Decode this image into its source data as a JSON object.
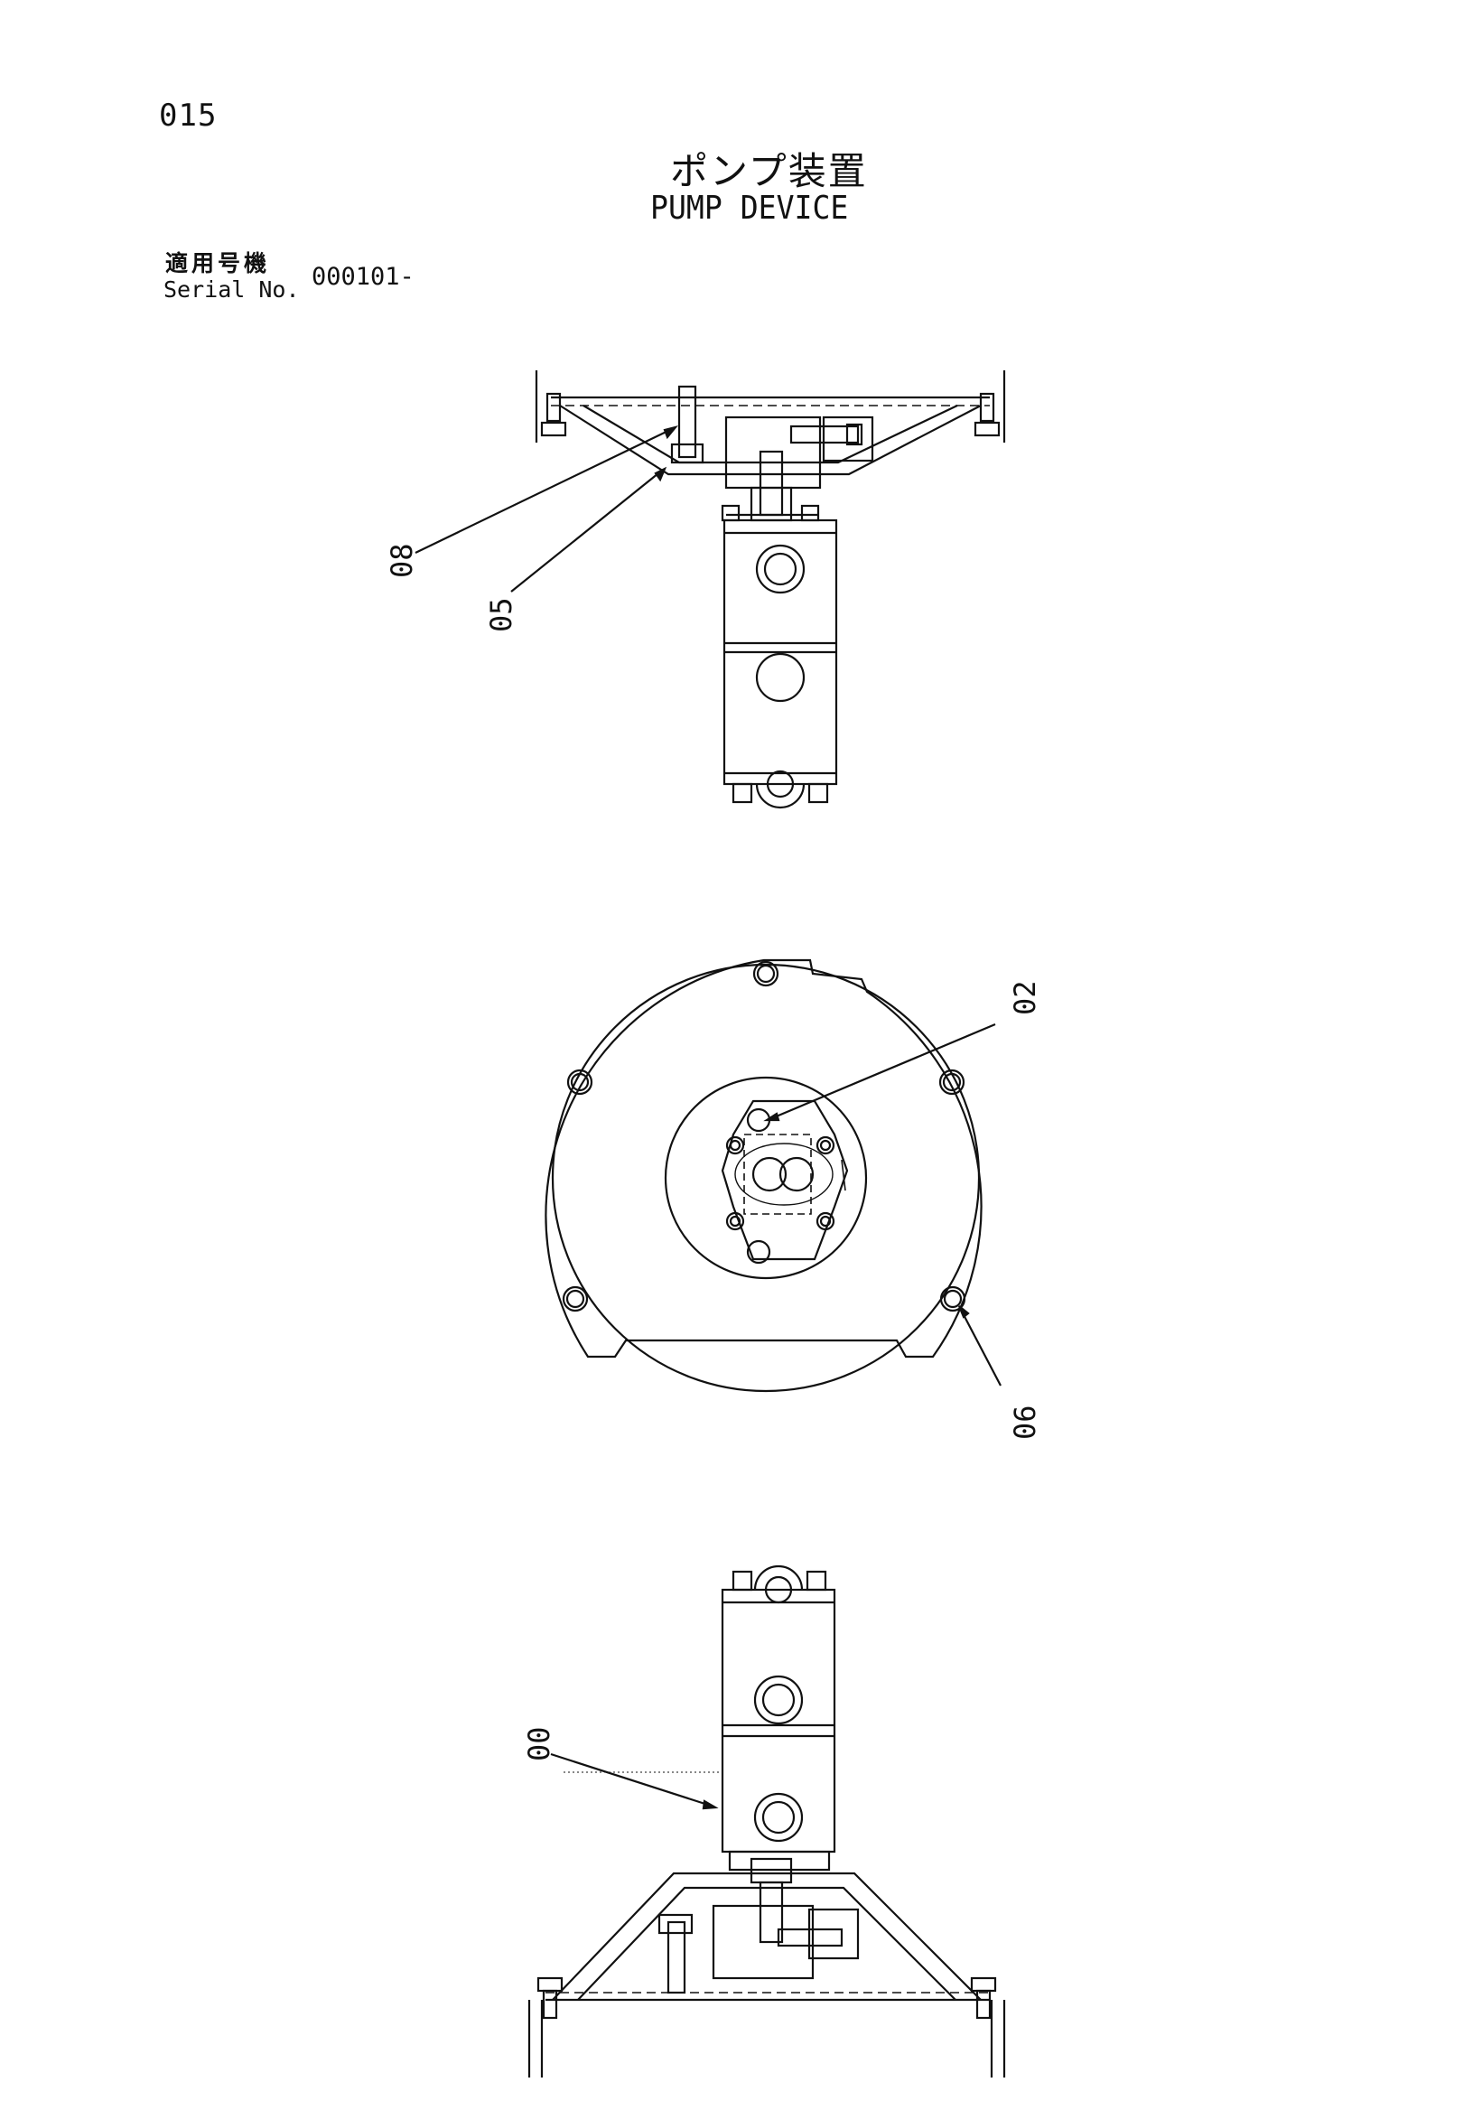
{
  "page": {
    "number": "015",
    "title_jp": "ポンプ装置",
    "title_en": "PUMP DEVICE"
  },
  "serial": {
    "label_jp": "適用号機",
    "label_en": "Serial No.",
    "value": "000101-"
  },
  "callouts": {
    "c08": "08",
    "c05": "05",
    "c02": "02",
    "c06": "06",
    "c00": "00"
  }
}
